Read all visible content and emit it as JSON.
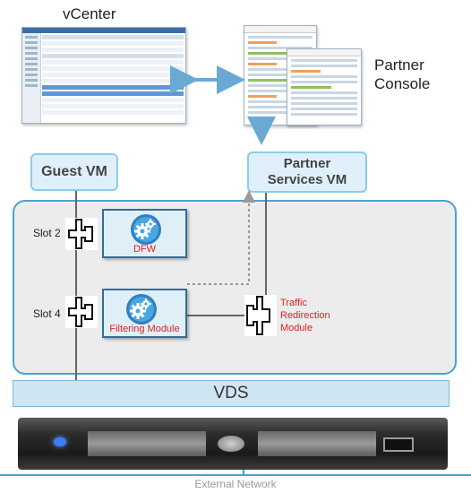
{
  "header": {
    "vcenter_title": "vCenter",
    "partner_console_line1": "Partner",
    "partner_console_line2": "Console"
  },
  "vms": {
    "guest": "Guest VM",
    "partner_line1": "Partner",
    "partner_line2": "Services VM"
  },
  "slots": [
    {
      "label": "Slot 2",
      "module": "DFW"
    },
    {
      "label": "Slot 4",
      "module": "Filtering Module"
    }
  ],
  "traffic_redirection": [
    "Traffic",
    "Redirection",
    "Module"
  ],
  "vds_label": "VDS",
  "external_network": "External Network",
  "colors": {
    "accent": "#4aa3cf",
    "module_label": "#e02020",
    "vm_box": "#dff0fb"
  }
}
